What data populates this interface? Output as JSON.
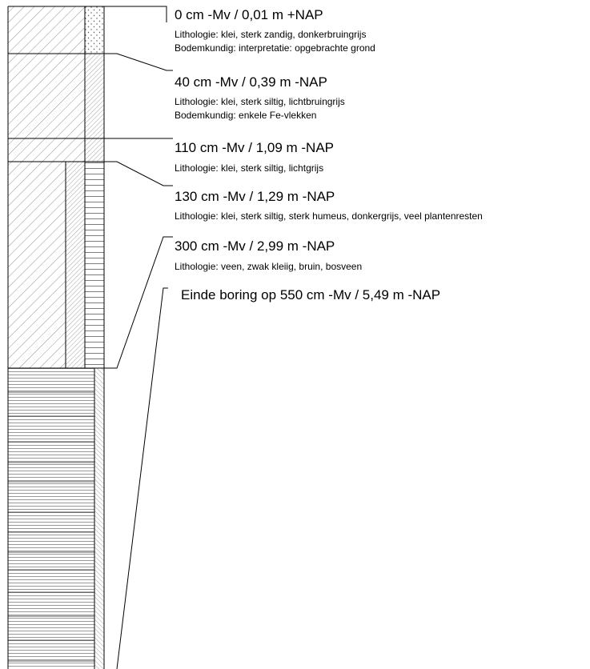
{
  "layers": [
    {
      "header": "0 cm -Mv / 0,01 m +NAP",
      "lines": [
        "Lithologie: klei, sterk zandig, donkerbruingrijs",
        "Bodemkundig: interpretatie: opgebrachte grond"
      ]
    },
    {
      "header": "40 cm -Mv / 0,39 m -NAP",
      "lines": [
        "Lithologie: klei, sterk siltig, lichtbruingrijs",
        "Bodemkundig: enkele Fe-vlekken"
      ]
    },
    {
      "header": "110 cm -Mv / 1,09 m -NAP",
      "lines": [
        "Lithologie: klei, sterk siltig, lichtgrijs"
      ]
    },
    {
      "header": "130 cm -Mv / 1,29 m -NAP",
      "lines": [
        "Lithologie: klei, sterk siltig, sterk humeus, donkergrijs, veel plantenresten"
      ]
    },
    {
      "header": "300 cm -Mv / 2,99 m -NAP",
      "lines": [
        "Lithologie: veen, zwak kleiig, bruin, bosveen"
      ]
    }
  ],
  "end_text": "Einde boring op 550 cm -Mv / 5,49 m -NAP",
  "colors": {
    "line": "#000000",
    "hatch": "#555555",
    "background": "#ffffff"
  }
}
